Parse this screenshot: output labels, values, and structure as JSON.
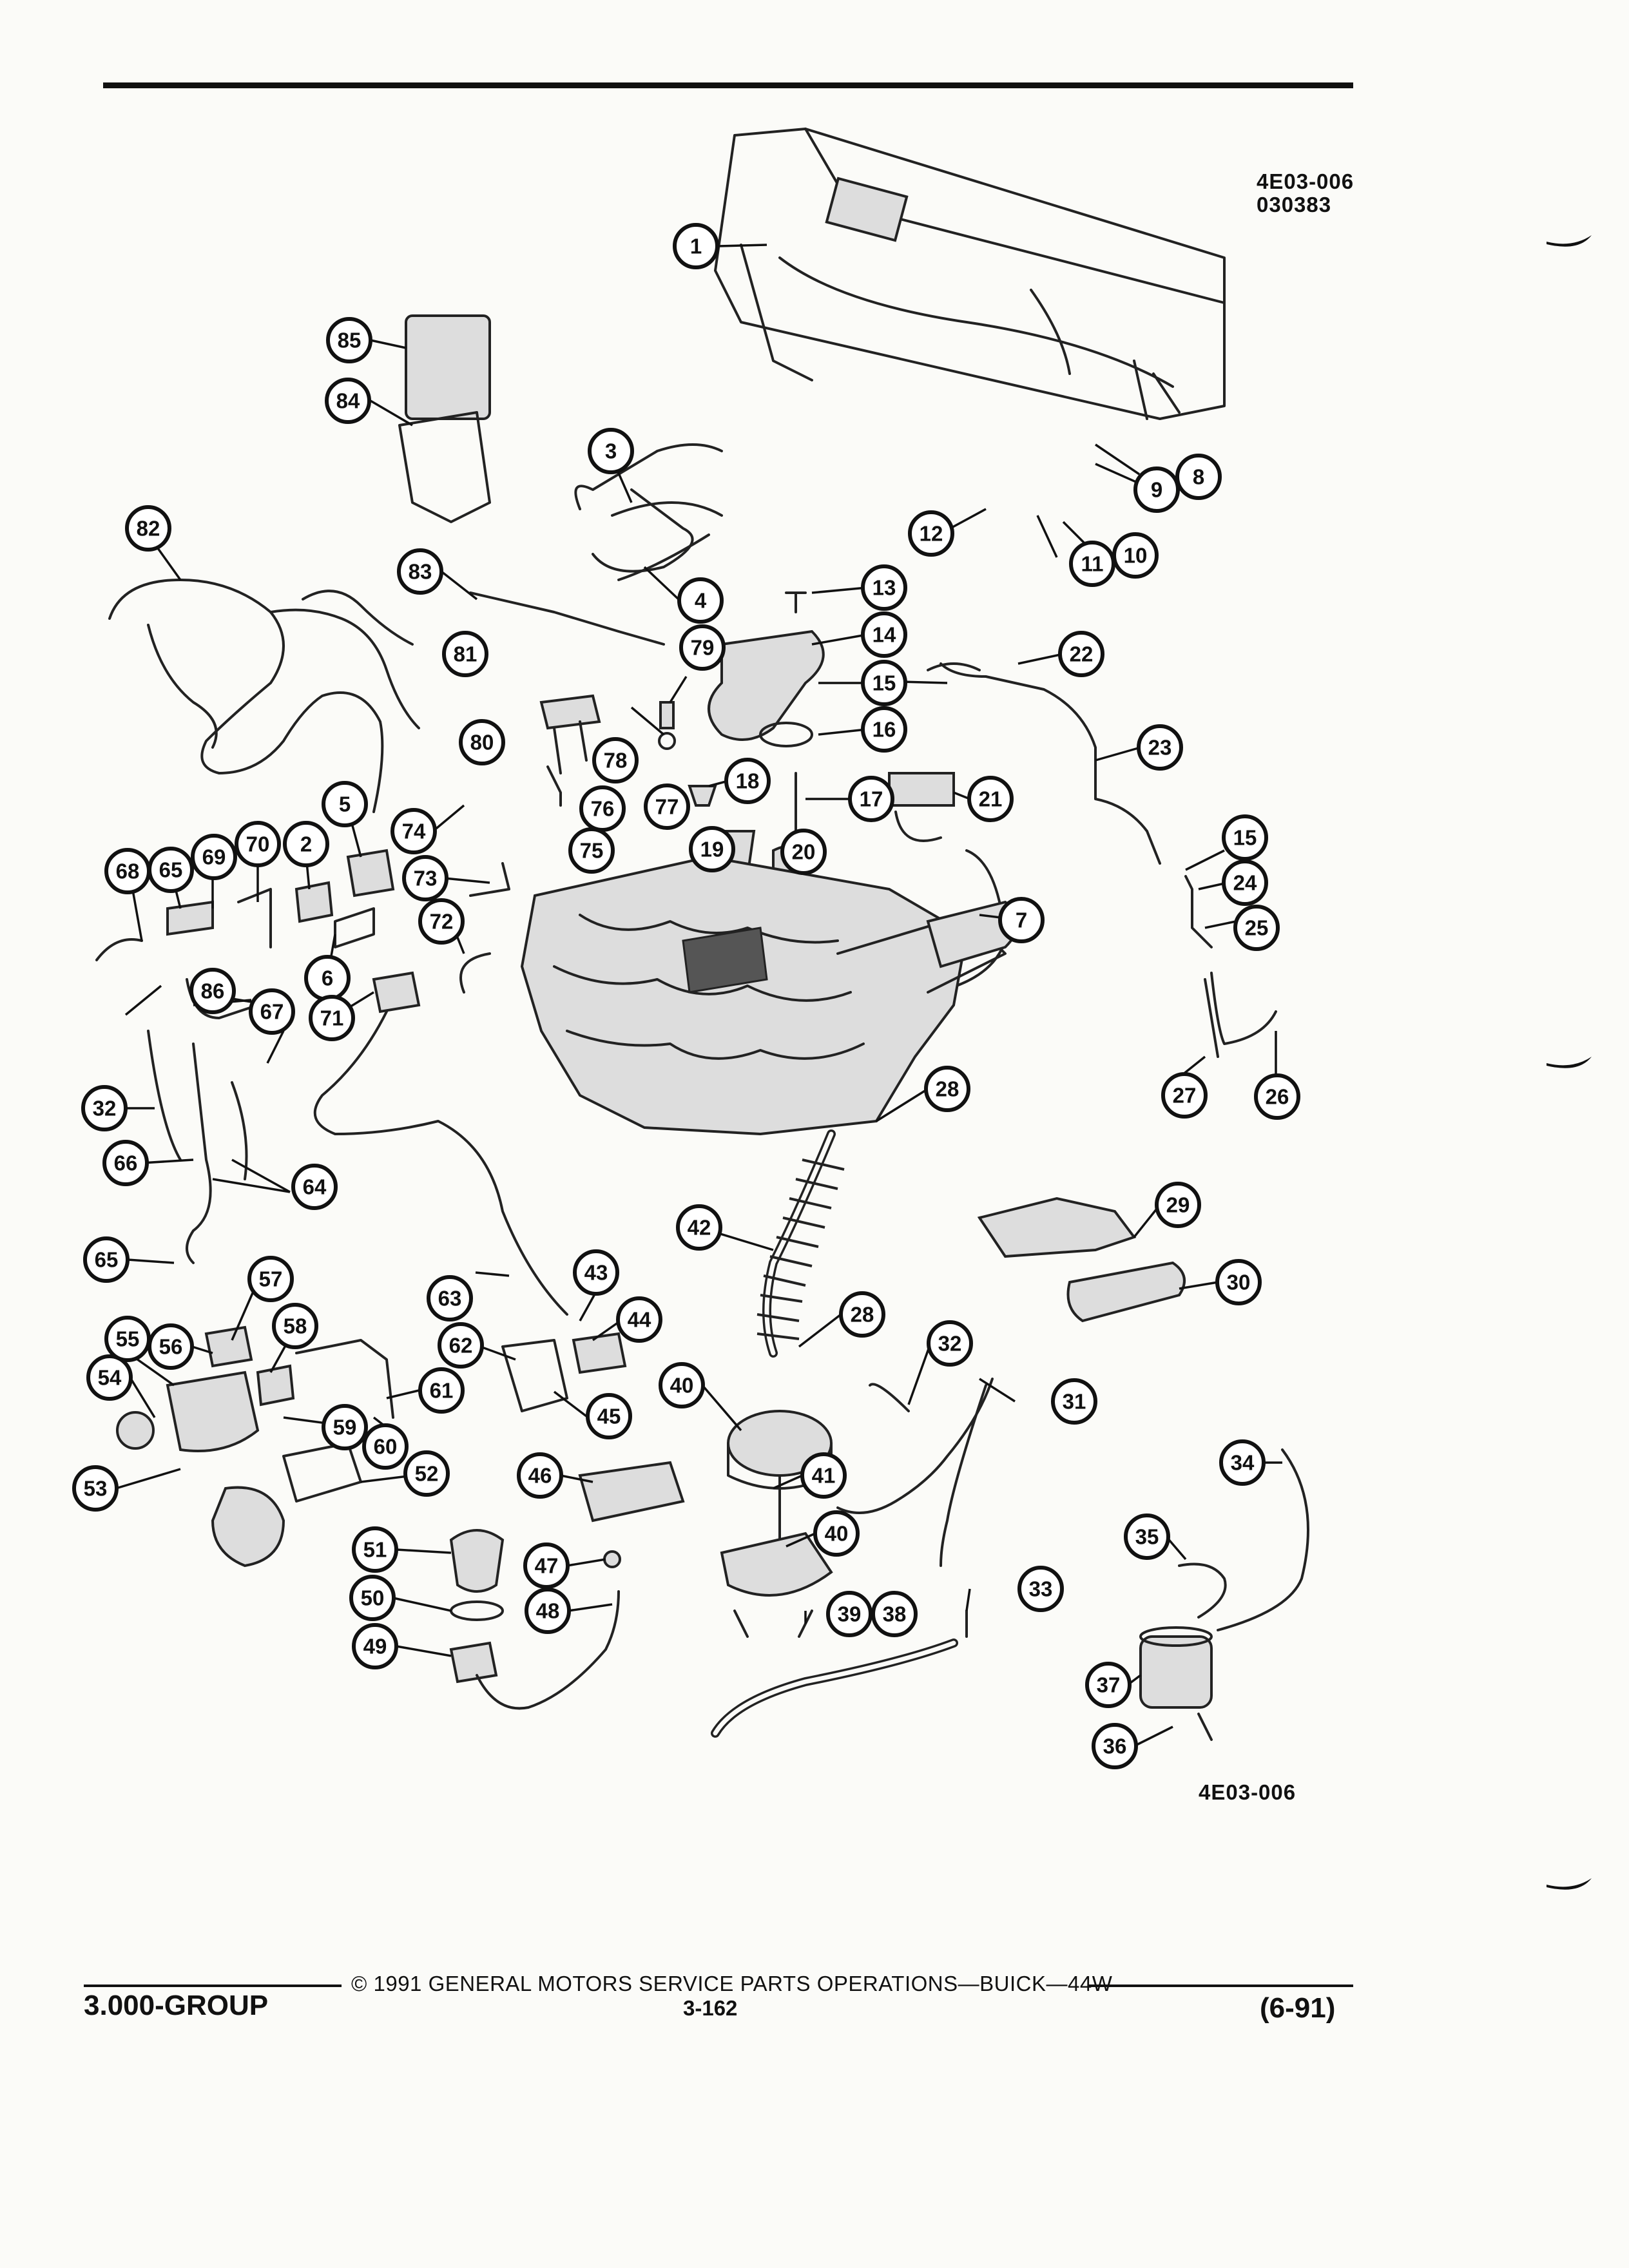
{
  "figure": {
    "code_top": "4E03-006",
    "code_top_2": "030383",
    "code_bottom": "4E03-006"
  },
  "callouts": [
    "1",
    "2",
    "3",
    "4",
    "5",
    "6",
    "7",
    "8",
    "9",
    "10",
    "11",
    "12",
    "13",
    "14",
    "15",
    "16",
    "17",
    "18",
    "19",
    "20",
    "21",
    "22",
    "23",
    "15",
    "24",
    "25",
    "26",
    "27",
    "28",
    "29",
    "30",
    "31",
    "32",
    "33",
    "34",
    "35",
    "36",
    "37",
    "38",
    "39",
    "40",
    "40",
    "41",
    "42",
    "43",
    "44",
    "45",
    "46",
    "47",
    "48",
    "49",
    "50",
    "51",
    "52",
    "53",
    "54",
    "55",
    "56",
    "57",
    "58",
    "59",
    "60",
    "61",
    "62",
    "63",
    "64",
    "65",
    "65",
    "66",
    "67",
    "68",
    "69",
    "70",
    "71",
    "72",
    "73",
    "74",
    "75",
    "76",
    "77",
    "78",
    "79",
    "80",
    "81",
    "82",
    "83",
    "84",
    "85",
    "86",
    "28",
    "32"
  ],
  "footer": {
    "copyright": "© 1991 GENERAL MOTORS SERVICE PARTS OPERATIONS—BUICK—44W",
    "page": "3-162",
    "group": "3.000-GROUP",
    "date": "(6-91)"
  }
}
